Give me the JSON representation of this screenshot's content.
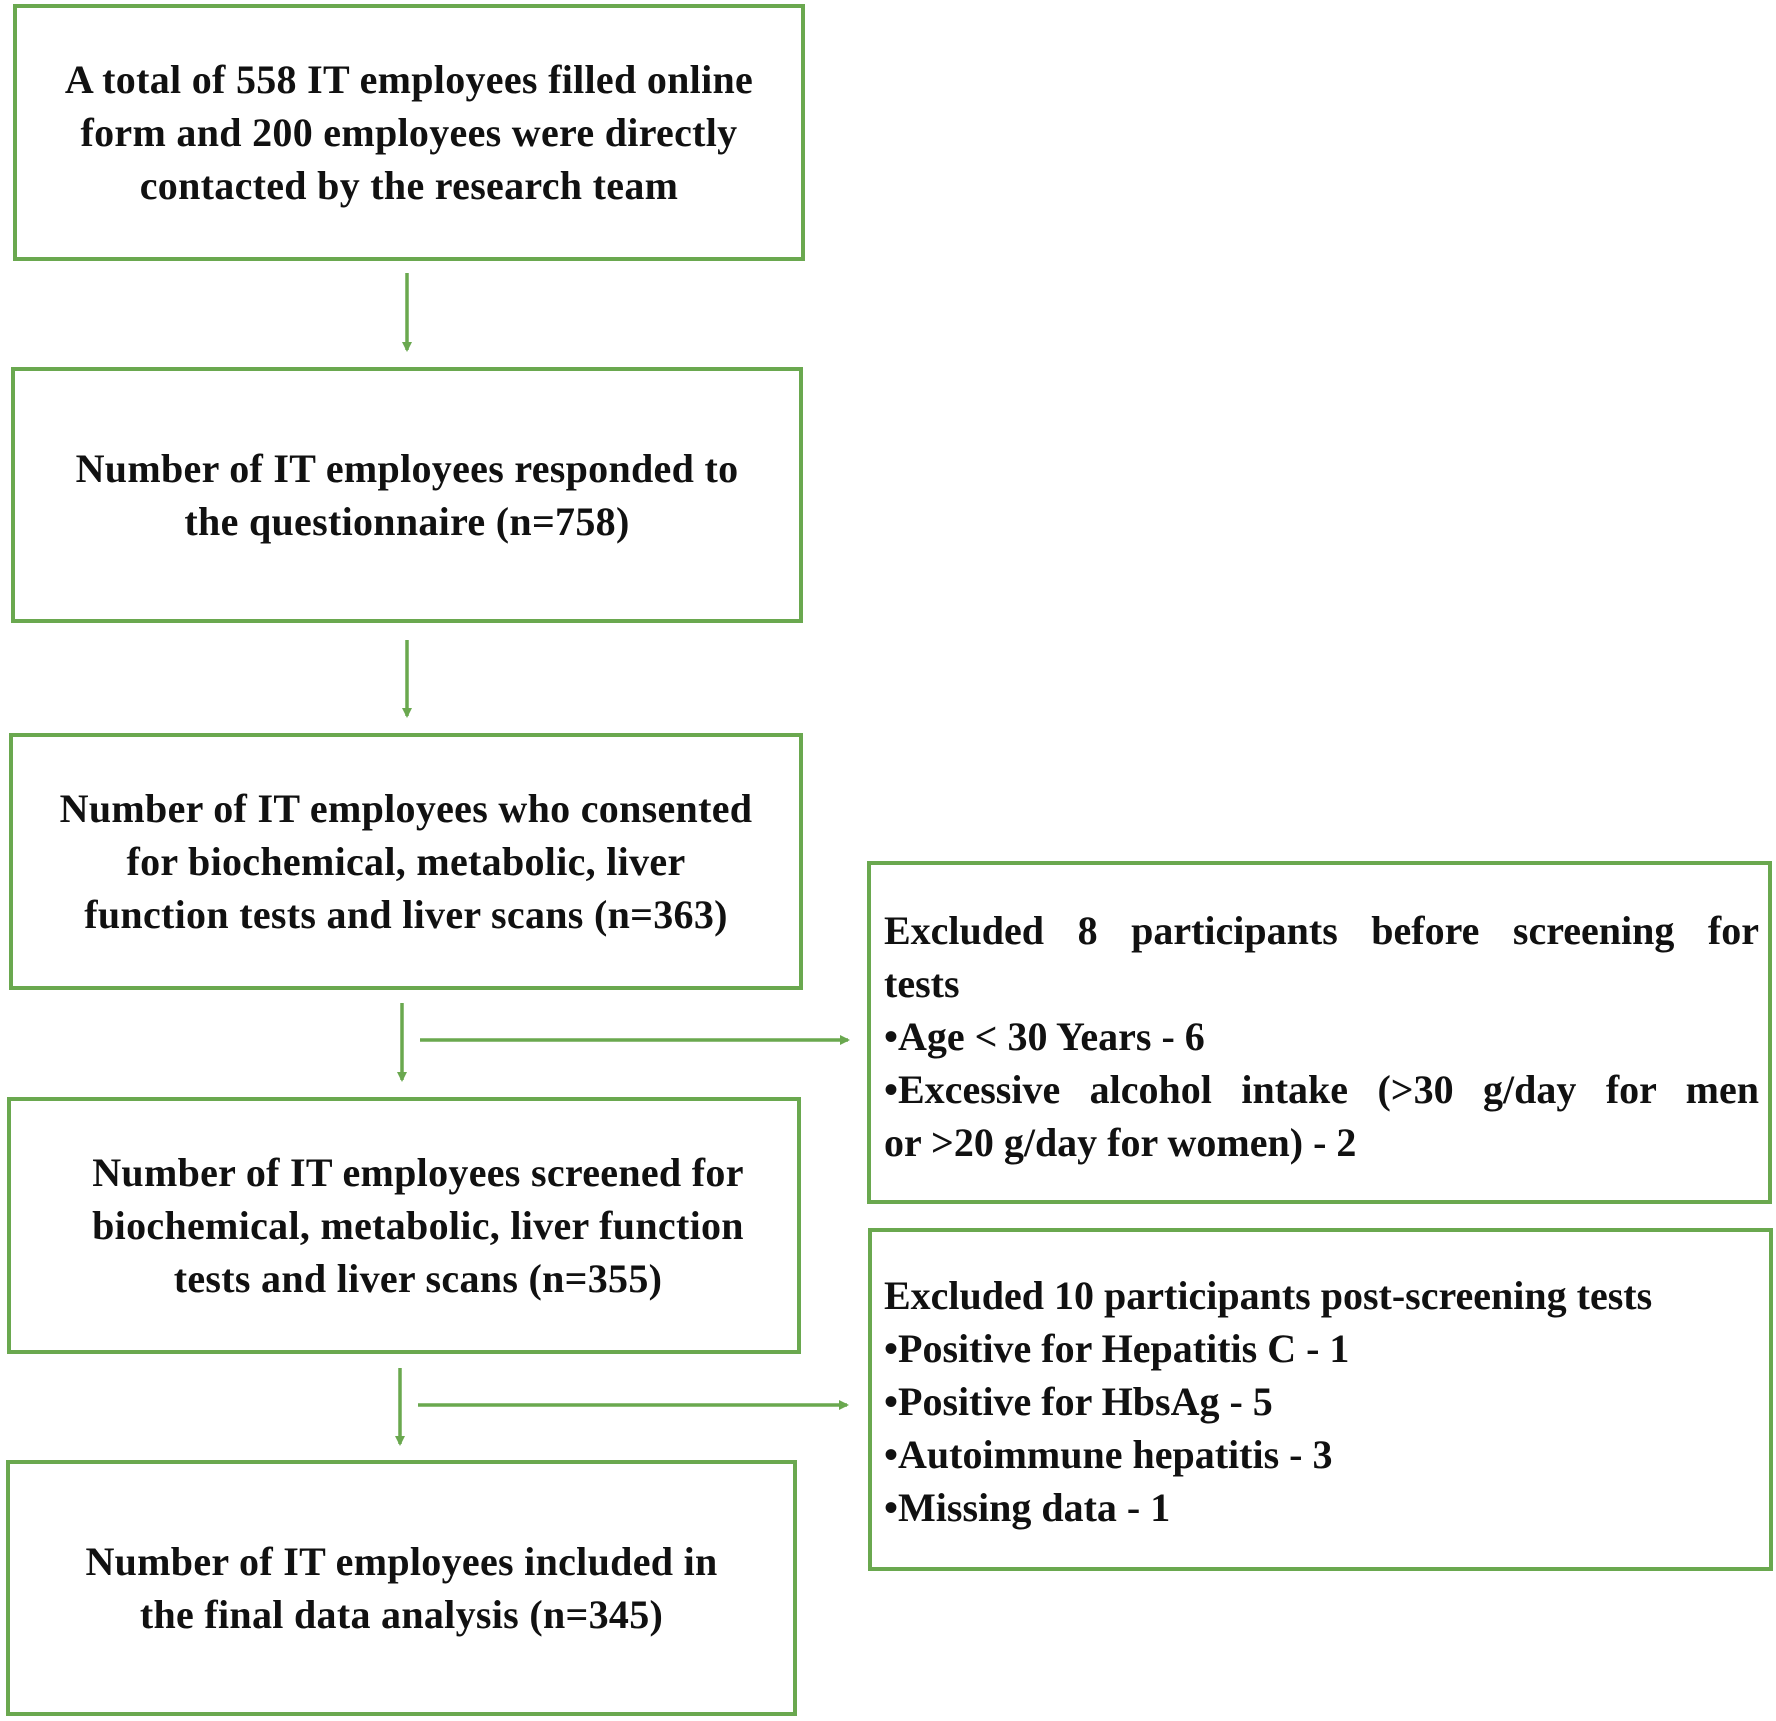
{
  "flow_steps": [
    {
      "lines": [
        "A total of 558 IT employees filled online",
        "form and 200 employees were directly",
        "contacted by the research team"
      ]
    },
    {
      "lines": [
        "Number of IT employees responded to",
        "the questionnaire (n=758)"
      ]
    },
    {
      "lines": [
        "Number of IT employees who consented",
        "for biochemical, metabolic, liver",
        "function tests and liver scans (n=363)"
      ]
    },
    {
      "lines": [
        "Number of IT employees screened for",
        "biochemical, metabolic, liver function",
        "tests and liver scans (n=355)"
      ]
    },
    {
      "lines": [
        "Number of IT employees included in",
        "the final data analysis (n=345)"
      ]
    }
  ],
  "exclusion_1": {
    "heading_line1": "Excluded 8 participants before screening for",
    "heading_line2": "tests",
    "bullet_age": "•Age < 30 Years - 6",
    "bullet_alcohol_line1": "•Excessive alcohol intake (>30 g/day for men",
    "bullet_alcohol_line2": "or >20 g/day for women) - 2"
  },
  "exclusion_2": {
    "heading": "Excluded 10 participants post-screening tests",
    "bullets": [
      "•Positive for Hepatitis C - 1",
      "•Positive for HbsAg - 5",
      "•Autoimmune hepatitis - 3",
      "•Missing data - 1"
    ]
  },
  "colors": {
    "border": "#6aa84f",
    "arrow": "#6aa84f",
    "text": "#111111"
  }
}
